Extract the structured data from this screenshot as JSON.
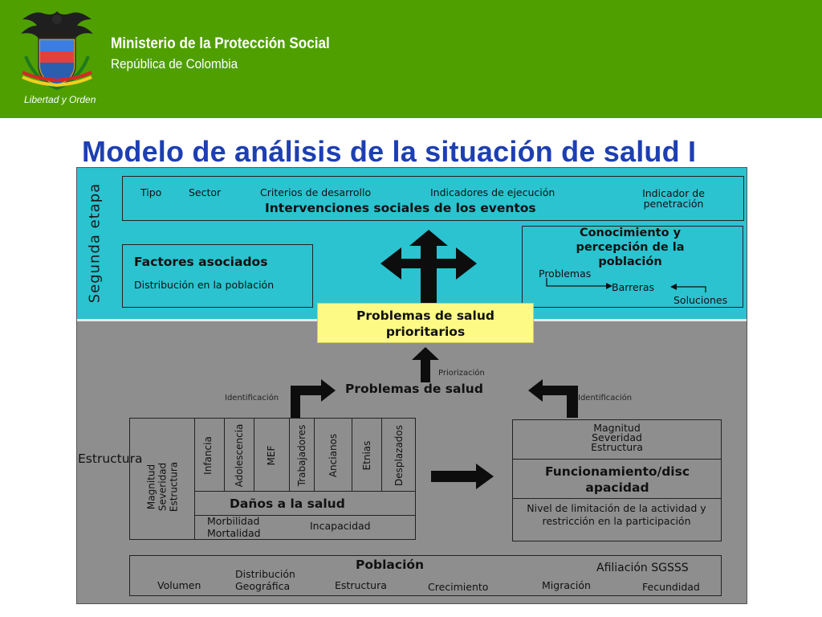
{
  "header": {
    "ministry": "Ministerio de la Protección Social",
    "republic": "República de Colombia",
    "motto": "Libertad y Orden",
    "background": "#4f9f00"
  },
  "title": "Modelo de análisis de la situación de salud I",
  "diagram": {
    "stage_label": "Segunda etapa",
    "interventions": {
      "title": "Intervenciones sociales de los eventos",
      "items": [
        "Tipo",
        "Sector",
        "Criterios de desarrollo",
        "Indicadores de ejecución",
        "Indicador de penetración"
      ]
    },
    "factors": {
      "title": "Factores asociados",
      "subtitle": "Distribución en la población"
    },
    "knowledge": {
      "title": "Conocimiento y percepción de la población",
      "problems": "Problemas",
      "barriers": "Barreras",
      "solutions": "Soluciones"
    },
    "priority_problems": "Problemas de salud prioritarios",
    "prioritization": "Priorización",
    "health_problems": "Problemas de salud",
    "identification_left": "Identificación",
    "identification_right": "Identificación",
    "structure_label": "Estructura",
    "damage": {
      "title": "Daños a la salud",
      "measures": [
        "Magnitud",
        "Severidad",
        "Estructura"
      ],
      "groups": [
        "Infancia",
        "Adolescencia",
        "MEF",
        "Trabajadores",
        "Ancianos",
        "Etnias",
        "Desplazados"
      ],
      "morbidity": "Morbilidad",
      "mortality": "Mortalidad",
      "disability": "Incapacidad"
    },
    "functioning": {
      "measures": [
        "Magnitud",
        "Severidad",
        "Estructura"
      ],
      "title": "Funcionamiento/disc apacidad",
      "description": "Nivel de limitación de la actividad y restricción en la participación"
    },
    "population": {
      "title": "Población",
      "affiliation": "Afiliación SGSSS",
      "items": [
        "Volumen",
        "Distribución Geográfica",
        "Estructura",
        "Crecimiento",
        "Migración",
        "Fecundidad"
      ]
    },
    "colors": {
      "teal": "#2bc3d0",
      "gray": "#8e8e8e",
      "highlight": "#fdfb86",
      "title": "#1d3fb3"
    }
  }
}
